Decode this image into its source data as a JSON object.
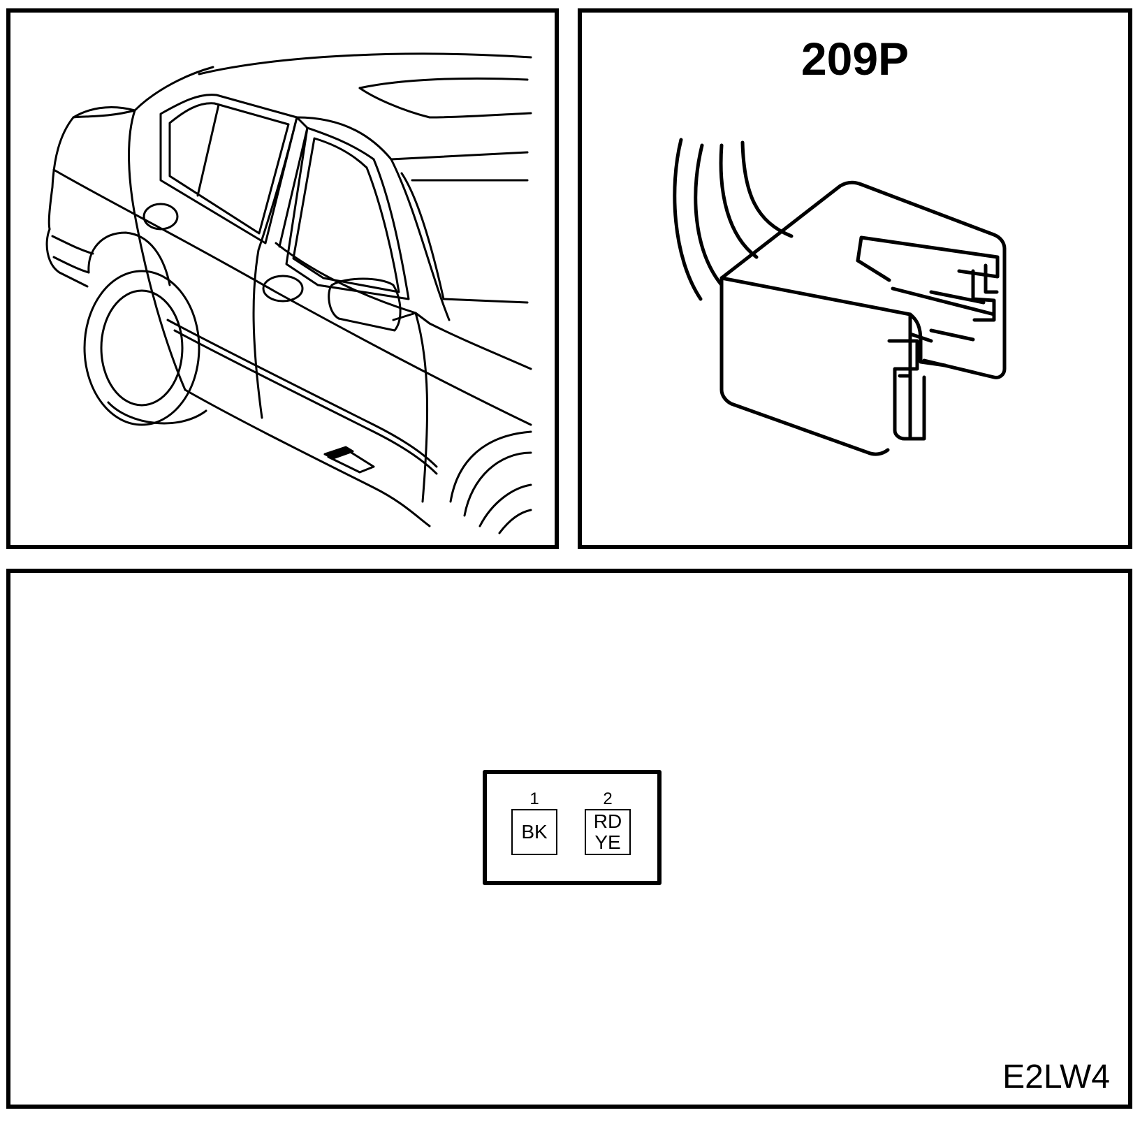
{
  "connector": {
    "id": "209P"
  },
  "pinout": {
    "pins": [
      {
        "number": "1",
        "colors": [
          "BK"
        ]
      },
      {
        "number": "2",
        "colors": [
          "RD",
          "YE"
        ]
      }
    ]
  },
  "diagram_code": "E2LW4"
}
